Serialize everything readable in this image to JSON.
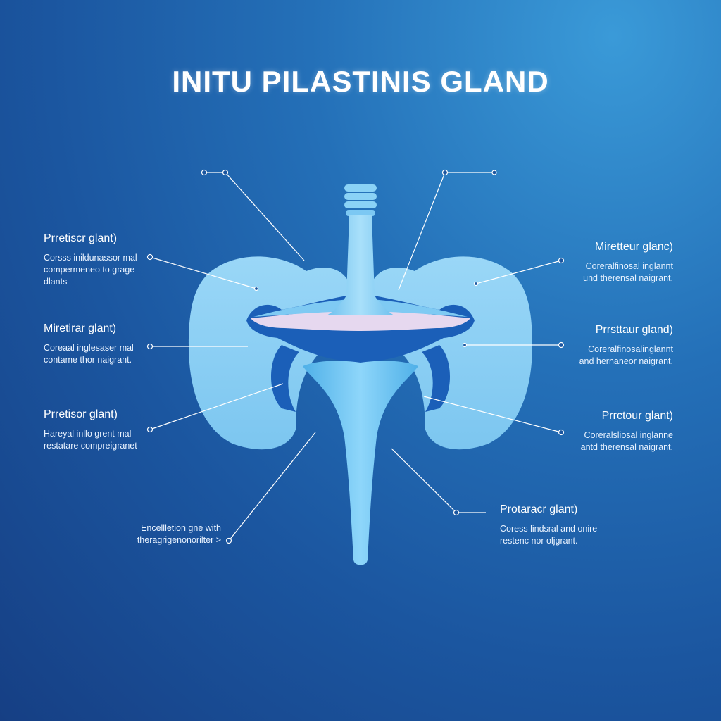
{
  "title": "INITU PILASTINIS GLAND",
  "colors": {
    "background": "#1b56a0",
    "gland_light": "#8fd0f5",
    "gland_mid": "#5fb3ea",
    "band_dark": "#1b5fb8",
    "band_pink": "#e6d8ef",
    "leader_line": "#ffffff"
  },
  "labels": {
    "left_1": {
      "head": "Prretiscr glant)",
      "lines": [
        "Corsss inildunassor mal",
        "compermeneo to grage",
        "dlants"
      ]
    },
    "left_2": {
      "head": "Miretirar glant)",
      "lines": [
        "Coreaal inglesaser mal",
        "contame thor naigrant."
      ]
    },
    "left_3": {
      "head": "Prretisor glant)",
      "lines": [
        "Hareyal inllo grent mal",
        "restatare compreigranet"
      ]
    },
    "left_4": {
      "lines": [
        "Encellletion gne with",
        "theragrigenonorilter >"
      ]
    },
    "right_1": {
      "head": "Miretteur glanc)",
      "lines": [
        "Coreralfinosal inglannt",
        "und therensal naigrant."
      ]
    },
    "right_2": {
      "head": "Prrsttaur gland)",
      "lines": [
        "Coreralfinosalinglannt",
        "and hernaneor naigrant."
      ]
    },
    "right_3": {
      "head": "Prrctour glant)",
      "lines": [
        "Coreralsliosal inglanne",
        "antd therensal naigrant."
      ]
    },
    "right_4": {
      "head": "Protaracr glant)",
      "lines": [
        "Coress lindsral and onire",
        "restenc nor oljgrant."
      ]
    }
  }
}
